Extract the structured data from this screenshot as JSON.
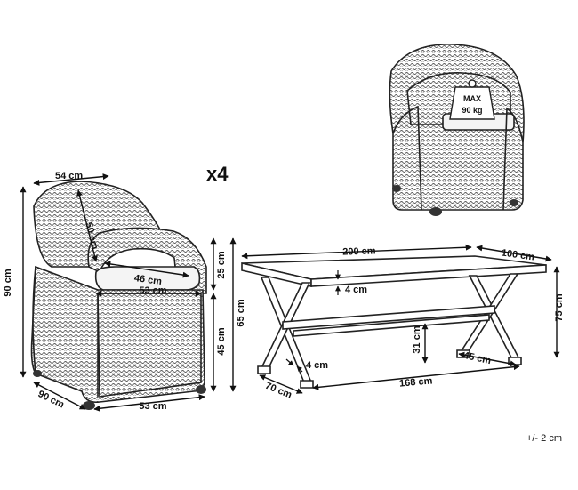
{
  "quantity": "x4",
  "tolerance": "+/- 2 cm",
  "weight_badge": {
    "line1": "MAX",
    "line2": "90 kg"
  },
  "chair_dims": {
    "back_width": "54 cm",
    "back_height": "50 cm",
    "seat_depth": "46 cm",
    "seat_width": "53 cm",
    "height_total": "90 cm",
    "arm_height": "25 cm",
    "seat_height": "45 cm",
    "arm_total": "65 cm",
    "base_depth": "90 cm",
    "base_width": "53 cm"
  },
  "table_dims": {
    "length": "200 cm",
    "width": "100 cm",
    "top_thickness": "4 cm",
    "height": "75 cm",
    "clearance": "31 cm",
    "leg_thickness": "4 cm",
    "leg_depth": "70 cm",
    "leg_span": "168 cm",
    "leg_width": "45 cm"
  }
}
